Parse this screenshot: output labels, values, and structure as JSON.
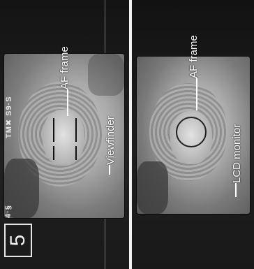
{
  "step_number": "5",
  "left_panel": {
    "af_frame_label": "AF frame",
    "viewfinder_label": "Viewfinder",
    "osd_top": "TM✖ S9·S",
    "osd_bottom": "4·§"
  },
  "right_panel": {
    "af_frame_label": "AF frame",
    "lcd_monitor_label": "LCD monitor"
  },
  "colors": {
    "background": "#1b1b1b",
    "label_text": "#ffffff",
    "divider": "#f2f2f2"
  }
}
